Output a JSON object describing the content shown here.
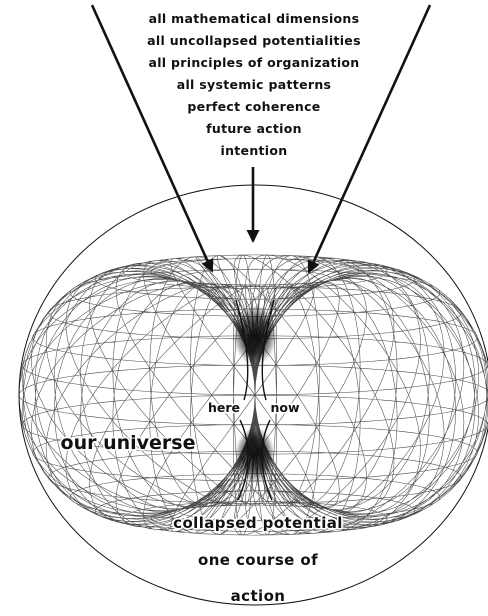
{
  "top_labels": [
    "all mathematical dimensions",
    "all uncollapsed potentialities",
    "all principles of organization",
    "all systemic patterns",
    "perfect coherence",
    "future action",
    "intention"
  ],
  "center": {
    "here": "here",
    "now": "now"
  },
  "universe_label": "our universe",
  "bottom_labels": [
    "collapsed potential",
    "one course of",
    "action"
  ],
  "colors": {
    "line": "#111111",
    "mesh": "#2a2a2a",
    "background": "#ffffff"
  }
}
